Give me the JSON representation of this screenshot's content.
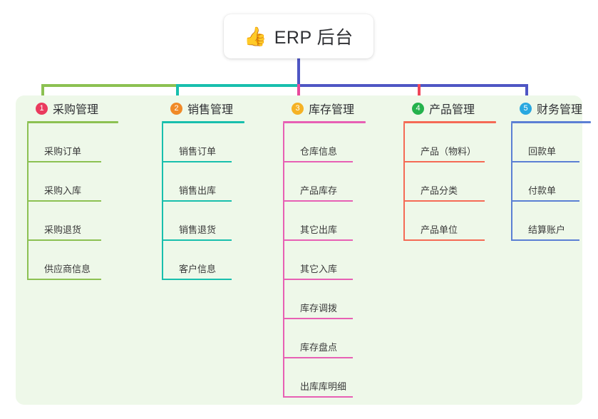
{
  "root": {
    "icon": "thumbs-up-emoji",
    "emoji": "👍",
    "title": "ERP 后台"
  },
  "theme": {
    "panel_bg": "#eef8e9",
    "page_bg": "#ffffff",
    "root_stem": "#4f56c4",
    "text": "#333333"
  },
  "columns": [
    {
      "number": "1",
      "title": "采购管理",
      "badge_color": "#ea3b5e",
      "line_color": "#8cc152",
      "connector_color": "#8cc152",
      "items": [
        {
          "label": "采购订单"
        },
        {
          "label": "采购入库"
        },
        {
          "label": "采购退货"
        },
        {
          "label": "供应商信息"
        }
      ]
    },
    {
      "number": "2",
      "title": "销售管理",
      "badge_color": "#f08a28",
      "line_color": "#18bfad",
      "connector_color": "#18bfad",
      "items": [
        {
          "label": "销售订单"
        },
        {
          "label": "销售出库"
        },
        {
          "label": "销售退货"
        },
        {
          "label": "客户信息"
        }
      ]
    },
    {
      "number": "3",
      "title": "库存管理",
      "badge_color": "#f5b225",
      "line_color": "#e760b4",
      "connector_color": "#e84a9c",
      "items": [
        {
          "label": "仓库信息"
        },
        {
          "label": "产品库存"
        },
        {
          "label": "其它出库"
        },
        {
          "label": "其它入库"
        },
        {
          "label": "库存调拨"
        },
        {
          "label": "库存盘点"
        },
        {
          "label": "出库库明细"
        }
      ]
    },
    {
      "number": "4",
      "title": "产品管理",
      "badge_color": "#24b24c",
      "line_color": "#f56a55",
      "connector_color": "#f0475a",
      "items": [
        {
          "label": "产品（物料）"
        },
        {
          "label": "产品分类"
        },
        {
          "label": "产品单位"
        }
      ]
    },
    {
      "number": "5",
      "title": "财务管理",
      "badge_color": "#29a8e0",
      "line_color": "#5b7fd4",
      "connector_color": "#4f56c4",
      "items": [
        {
          "label": "回款单"
        },
        {
          "label": "付款单"
        },
        {
          "label": "结算账户"
        }
      ]
    }
  ]
}
